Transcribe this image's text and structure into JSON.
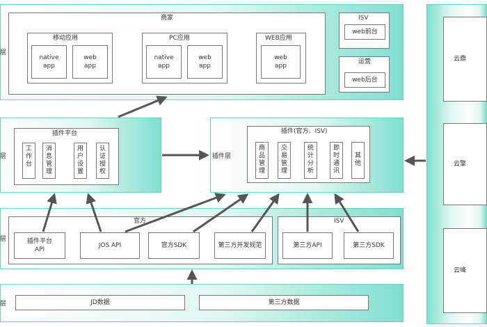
{
  "rows": {
    "top_side_label": "层",
    "plugin_side_label": "层",
    "bottom_side_label": "层"
  },
  "merchant": {
    "title": "商家",
    "mobile": {
      "title": "移动应用",
      "items": [
        "native app",
        "web app"
      ]
    },
    "pc": {
      "title": "PC应用",
      "items": [
        "native app",
        "web app"
      ]
    },
    "web": {
      "title": "WEB应用",
      "items": [
        "web app"
      ]
    }
  },
  "isv_top": {
    "title": "ISV",
    "item": "web前台"
  },
  "ops": {
    "title": "运营",
    "item": "web后台"
  },
  "plugin_platform": {
    "title": "插件平台",
    "items": [
      "工作台",
      "消息管理",
      "用户设置",
      "认证授权"
    ]
  },
  "plugin_layer": {
    "side_label": "插件层",
    "title": "插件(官方、ISV)",
    "items": [
      "商品管理",
      "交易管理",
      "统计分析",
      "即时通讯",
      "其他"
    ]
  },
  "official": {
    "title": "官方",
    "items": [
      "插件平台 API",
      "JOS API",
      "官方SDK",
      "第三方开发规范"
    ]
  },
  "isv_bottom": {
    "title": "ISV",
    "items": [
      "第三方API",
      "第三方SDK"
    ]
  },
  "data_layer": {
    "items": [
      "JD数据",
      "第三方数据"
    ]
  },
  "cloud": {
    "items": [
      "云鼎",
      "云擎",
      "云峰"
    ]
  },
  "colors": {
    "band": "#7fe0cf",
    "border": "#777777",
    "arrow": "#555555"
  }
}
